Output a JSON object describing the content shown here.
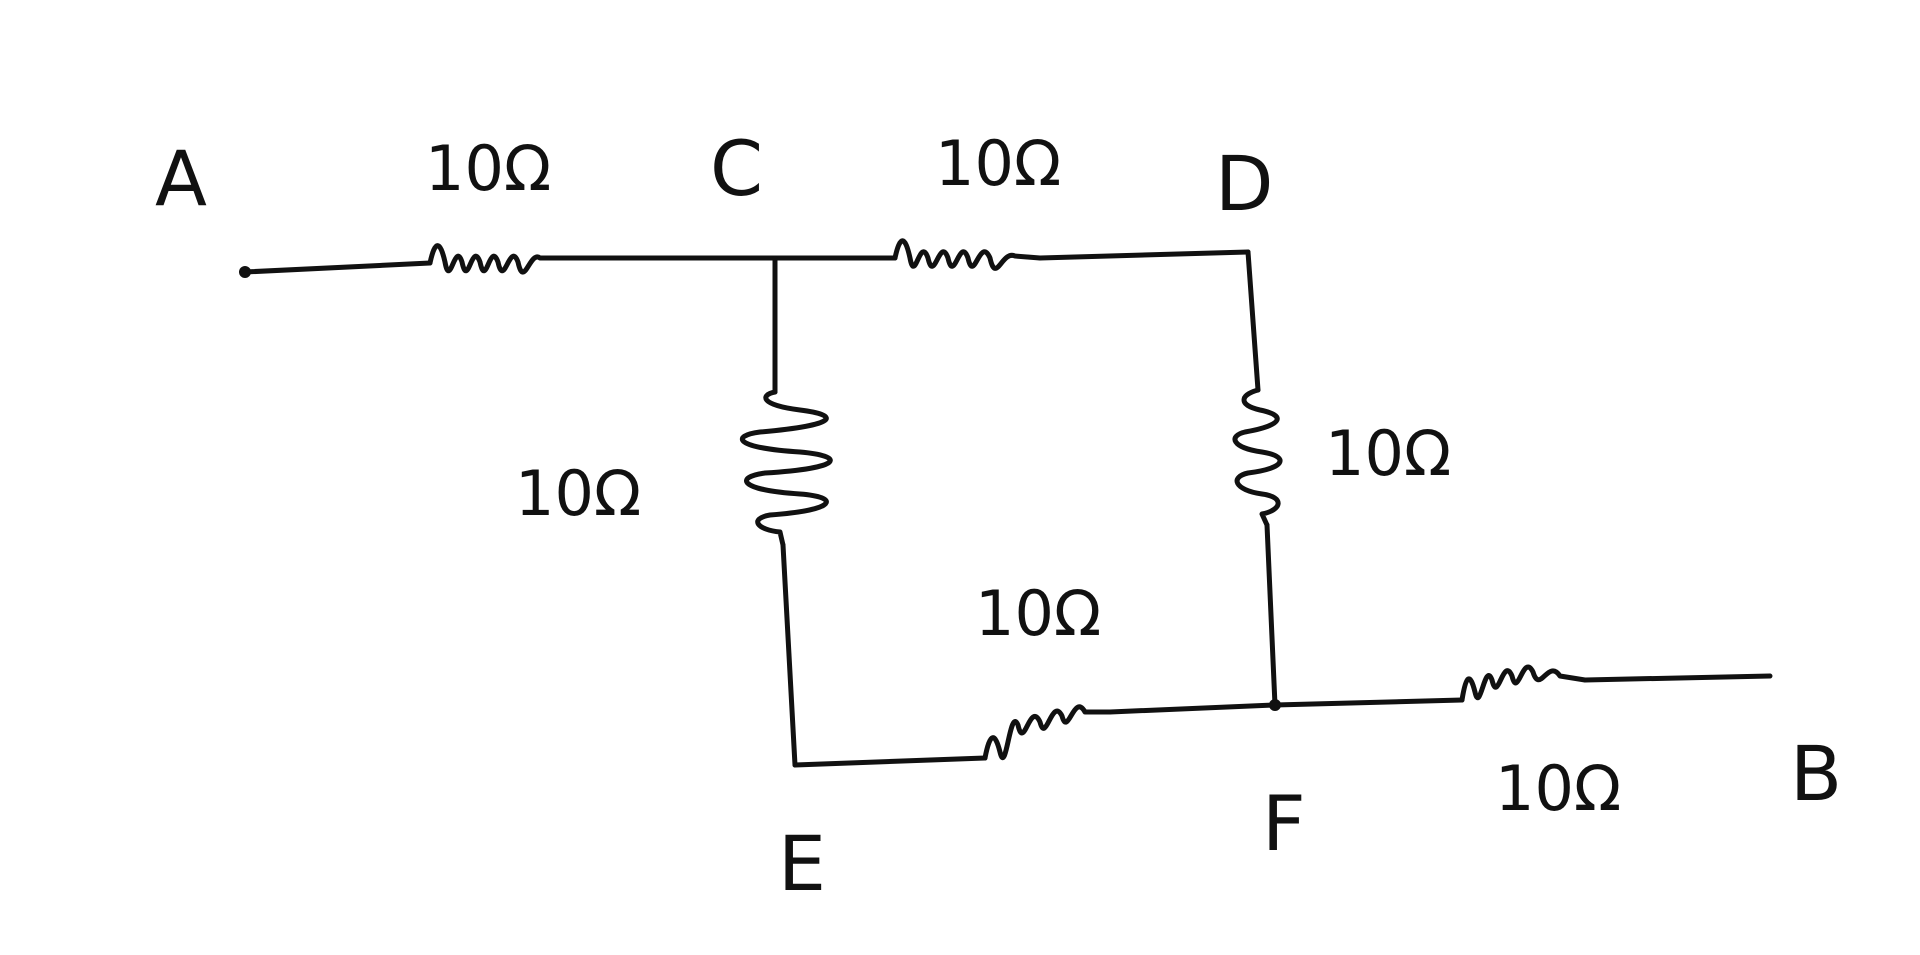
{
  "diagram": {
    "nodes": [
      {
        "id": "A",
        "label": "A"
      },
      {
        "id": "C",
        "label": "C"
      },
      {
        "id": "D",
        "label": "D"
      },
      {
        "id": "E",
        "label": "E"
      },
      {
        "id": "F",
        "label": "F"
      },
      {
        "id": "B",
        "label": "B"
      }
    ],
    "resistors": [
      {
        "id": "r-ac",
        "from": "A",
        "to": "C",
        "label": "10Ω"
      },
      {
        "id": "r-cd",
        "from": "C",
        "to": "D",
        "label": "10Ω"
      },
      {
        "id": "r-ce",
        "from": "C",
        "to": "E",
        "label": "10Ω"
      },
      {
        "id": "r-df",
        "from": "D",
        "to": "F",
        "label": "10Ω"
      },
      {
        "id": "r-ef",
        "from": "E",
        "to": "F",
        "label": "10Ω"
      },
      {
        "id": "r-fb",
        "from": "F",
        "to": "B",
        "label": "10Ω"
      }
    ]
  }
}
